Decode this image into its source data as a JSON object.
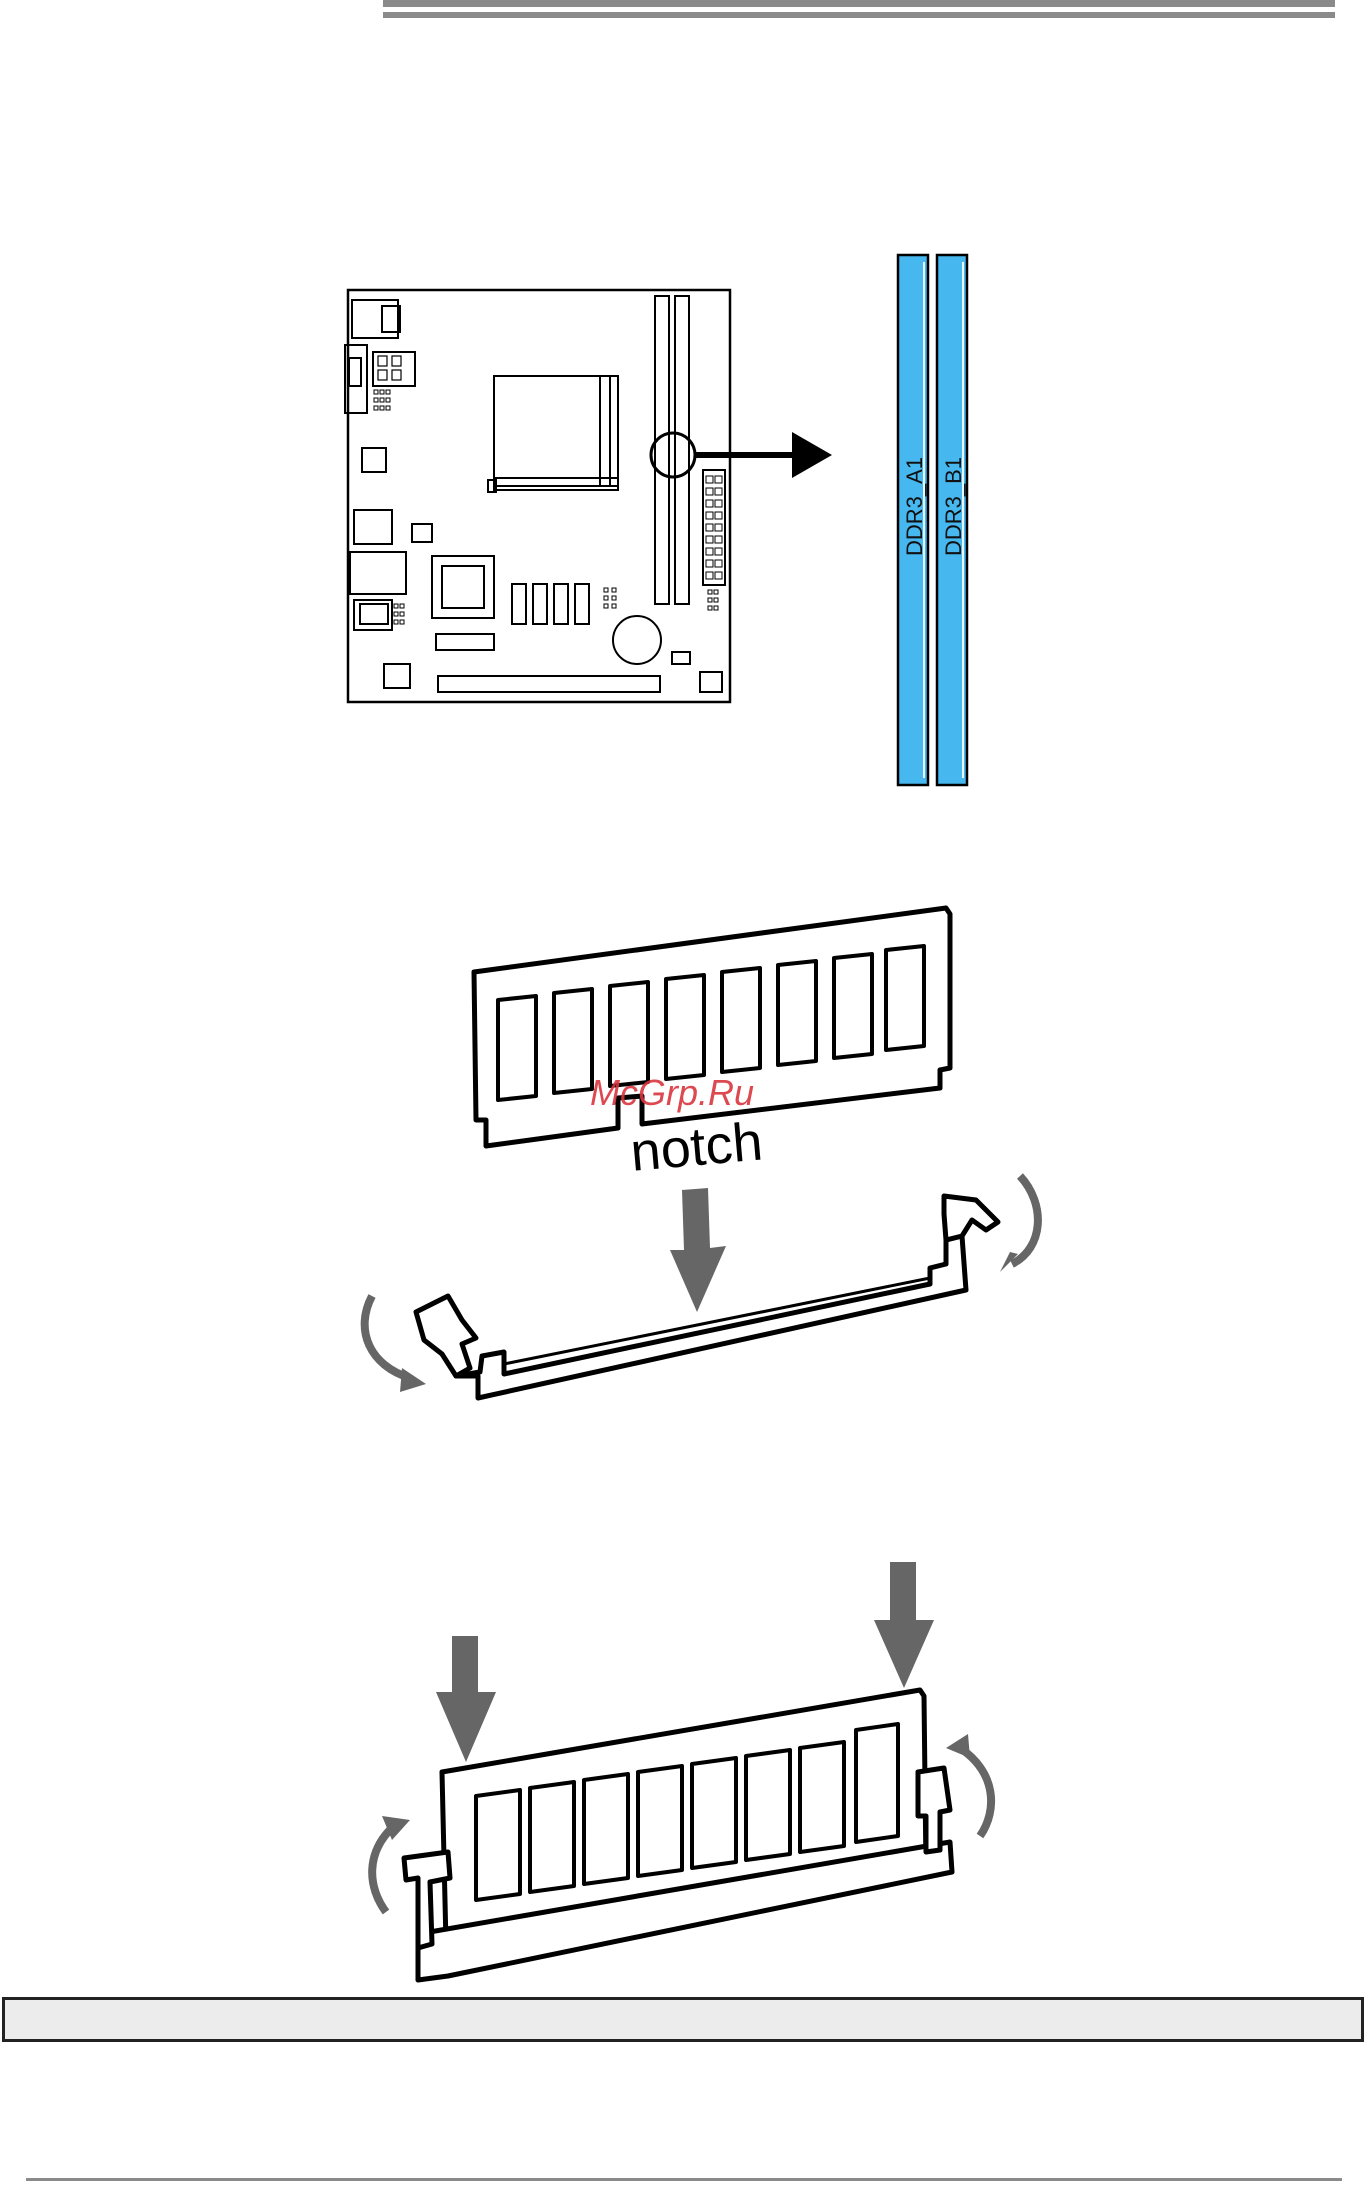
{
  "slots": {
    "label_a": "DDR3_A1",
    "label_b": "DDR3_B1",
    "slot_color": "#47b8ef"
  },
  "figure": {
    "notch_label": "notch",
    "watermark": "McGrp.Ru",
    "arrow_color": "#6e6e6e"
  },
  "note_bar": {
    "text": ""
  }
}
